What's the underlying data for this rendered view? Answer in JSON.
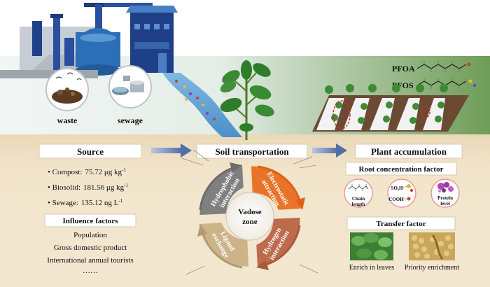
{
  "top_labels": {
    "waste": "waste",
    "sewage": "sewage"
  },
  "molecules": {
    "pfoa": "PFOA",
    "pfos": "PFOS"
  },
  "headers": {
    "source": "Source",
    "soil_transportation": "Soil transportation",
    "plant_accumulation": "Plant accumulation"
  },
  "source_items": [
    {
      "name": "Compost:",
      "value": "75.72 μg kg",
      "sup": "-1"
    },
    {
      "name": "Biosolid:",
      "value": "181.56 μg kg",
      "sup": "-1"
    },
    {
      "name": "Sewage:",
      "value": "135.12 ng L",
      "sup": "-1"
    }
  ],
  "influence": {
    "title": "Influence factors",
    "items": [
      "Population",
      "Gross domestic product",
      "International annual tourists"
    ],
    "ellipsis": "……"
  },
  "cycle": {
    "center_line1": "Vadose",
    "center_line2": "zone",
    "hydrophobic": [
      "Hydrophobic",
      "interaction"
    ],
    "electrostatic": [
      "Electrostatic",
      "attraction"
    ],
    "hydrogen": [
      "Hydrogen",
      "interaction"
    ],
    "ligand": [
      "Ligand",
      "exchange"
    ]
  },
  "root_factor": {
    "title": "Root concentration factor",
    "chain": [
      "Chain",
      "length"
    ],
    "so3h": "SO₃H",
    "cooh": "COOH",
    "protein": [
      "Protein",
      "level"
    ]
  },
  "transfer": {
    "title": "Transfer factor",
    "leaves": "Enrich in leaves",
    "priority": "Priority enrichment"
  },
  "colors": {
    "panel": "#f1e3c9",
    "arrow_blue": "#4e6fa8",
    "orange": "#e8742a",
    "brown": "#bd6a4d",
    "tan": "#cdb388",
    "grey": "#7d7d7d"
  }
}
